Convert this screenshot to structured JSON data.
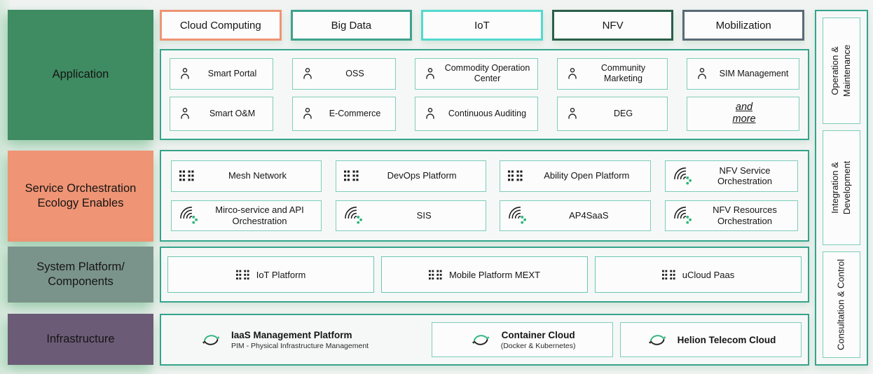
{
  "palette": {
    "section_border_teal": "#35A48C",
    "item_border_teal": "#7ECDBB",
    "page_bg": "#F1F3F2",
    "glow_green": "#BFE3CB",
    "icon_green": "#2EB57D",
    "icon_dark": "#1E1E1E"
  },
  "tabs": [
    {
      "label": "Cloud Computing",
      "border_color": "#EF9474"
    },
    {
      "label": "Big Data",
      "border_color": "#3EA28D"
    },
    {
      "label": "IoT",
      "border_color": "#55D8CE"
    },
    {
      "label": "NFV",
      "border_color": "#2B5F49"
    },
    {
      "label": "Mobilization",
      "border_color": "#5A6A77"
    }
  ],
  "layers": [
    {
      "label": "Application",
      "color": "#3F8B62"
    },
    {
      "label": "Service Orchestration Ecology Enables",
      "color": "#EF9474"
    },
    {
      "label": "System Platform/ Components",
      "color": "#7B948B"
    },
    {
      "label": "Infrastructure",
      "color": "#6B5B76"
    }
  ],
  "sidebar": [
    {
      "lines": [
        "Operation &",
        "Maintenance"
      ]
    },
    {
      "lines": [
        "Integration &",
        "Development"
      ]
    },
    {
      "lines": [
        "Consultation & Control"
      ]
    }
  ],
  "application": {
    "items": [
      {
        "label": "Smart Portal",
        "icon": "person-icon"
      },
      {
        "label": "OSS",
        "icon": "person-icon"
      },
      {
        "label": "Commodity Operation Center",
        "icon": "person-icon"
      },
      {
        "label": "Community Marketing",
        "icon": "person-icon"
      },
      {
        "label": "SIM Management",
        "icon": "person-icon"
      },
      {
        "label": "Smart O&M",
        "icon": "person-icon"
      },
      {
        "label": "E-Commerce",
        "icon": "person-icon"
      },
      {
        "label": "Continuous Auditing",
        "icon": "person-icon"
      },
      {
        "label": "DEG",
        "icon": "person-icon"
      },
      {
        "label": "and more",
        "icon": "none"
      }
    ]
  },
  "service": {
    "items": [
      {
        "label": "Mesh Network",
        "icon": "grid-icon"
      },
      {
        "label": "DevOps Platform",
        "icon": "grid-icon"
      },
      {
        "label": "Ability Open Platform",
        "icon": "grid-icon"
      },
      {
        "label": "NFV Service Orchestration",
        "icon": "orchestration-icon"
      },
      {
        "label": "Mirco-service and API Orchestration",
        "icon": "orchestration-icon"
      },
      {
        "label": "SIS",
        "icon": "orchestration-icon"
      },
      {
        "label": "AP4SaaS",
        "icon": "orchestration-icon"
      },
      {
        "label": "NFV Resources Orchestration",
        "icon": "orchestration-icon"
      }
    ]
  },
  "system": {
    "items": [
      {
        "label": "IoT Platform",
        "icon": "grid-icon"
      },
      {
        "label": "Mobile Platform MEXT",
        "icon": "grid-icon"
      },
      {
        "label": "uCloud Paas",
        "icon": "grid-icon"
      }
    ]
  },
  "infrastructure": {
    "items": [
      {
        "title": "IaaS Management Platform",
        "subtitle": "PIM - Physical Infrastructure Management",
        "icon": "cloud-sync-icon"
      },
      {
        "title": "Container Cloud",
        "subtitle": "(Docker & Kubernetes)",
        "icon": "cloud-sync-icon"
      },
      {
        "title": "Helion Telecom Cloud",
        "icon": "cloud-sync-icon"
      }
    ]
  }
}
